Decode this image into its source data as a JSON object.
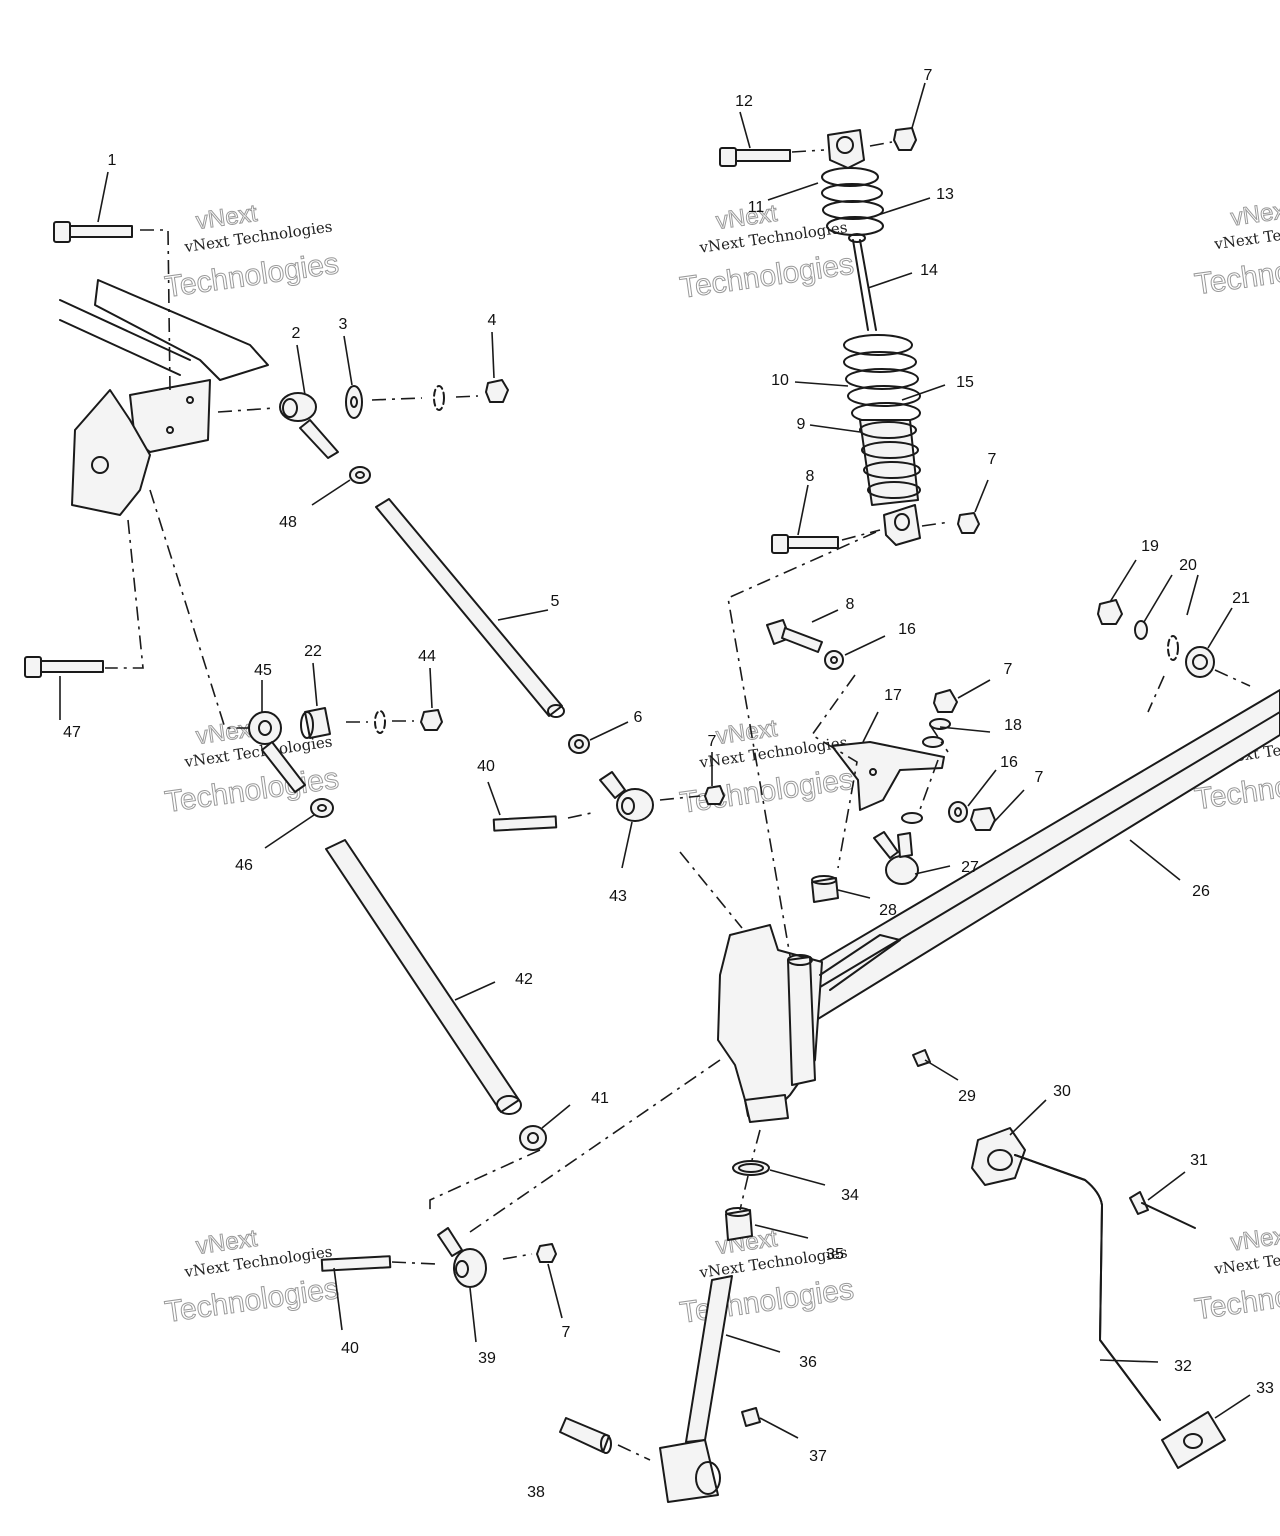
{
  "watermark": {
    "line1": "vNext",
    "line2": "vNext Technologies",
    "line3": "Technologies"
  },
  "callouts": {
    "c1": "1",
    "c2": "2",
    "c3": "3",
    "c4": "4",
    "c5": "5",
    "c6": "6",
    "c7": "7",
    "c8": "8",
    "c9": "9",
    "c10": "10",
    "c11": "11",
    "c12": "12",
    "c13": "13",
    "c14": "14",
    "c15": "15",
    "c16": "16",
    "c17": "17",
    "c18": "18",
    "c19": "19",
    "c20": "20",
    "c21": "21",
    "c22": "22",
    "c26": "26",
    "c27": "27",
    "c28": "28",
    "c29": "29",
    "c30": "30",
    "c31": "31",
    "c32": "32",
    "c33": "33",
    "c34": "34",
    "c35": "35",
    "c36": "36",
    "c37": "37",
    "c38": "38",
    "c39": "39",
    "c40": "40",
    "c41": "41",
    "c42": "42",
    "c43": "43",
    "c44": "44",
    "c45": "45",
    "c46": "46",
    "c47": "47",
    "c48": "48"
  }
}
